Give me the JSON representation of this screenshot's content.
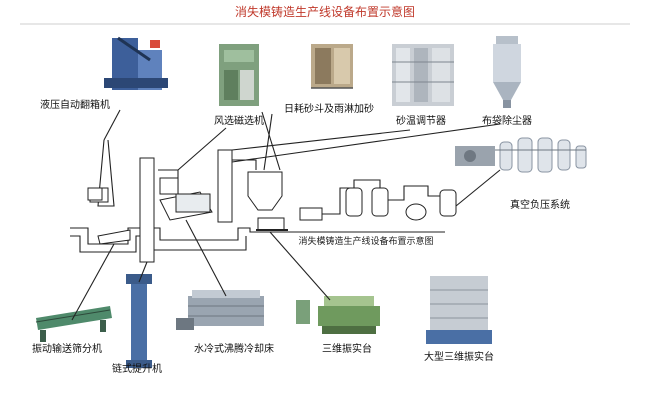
{
  "title": "消失模铸造生产线设备布置示意图",
  "subtitle": "消失模铸造生产线设备布置示意图",
  "labels": {
    "hydraulic_flipper": "液压自动翻箱机",
    "wind_magnetic_separator": "风选磁选机",
    "sand_hopper_rain_adder": "日耗砂斗及雨淋加砂",
    "sand_temp_regulator": "砂温调节器",
    "bag_dust_collector": "布袋除尘器",
    "vacuum_system": "真空负压系统",
    "vibrating_screen": "振动输送筛分机",
    "chain_elevator": "链式提升机",
    "water_cooled_bed": "水冷式沸腾冷却床",
    "three_d_vibration_table": "三维振实台",
    "large_three_d_vibration_table": "大型三维振实台"
  },
  "colors": {
    "title": "#c0392b",
    "line": "#222222",
    "equipment_blue": "#4a6fa5",
    "equipment_grey": "#9aa3ad",
    "equipment_green": "#5f8a5f"
  }
}
